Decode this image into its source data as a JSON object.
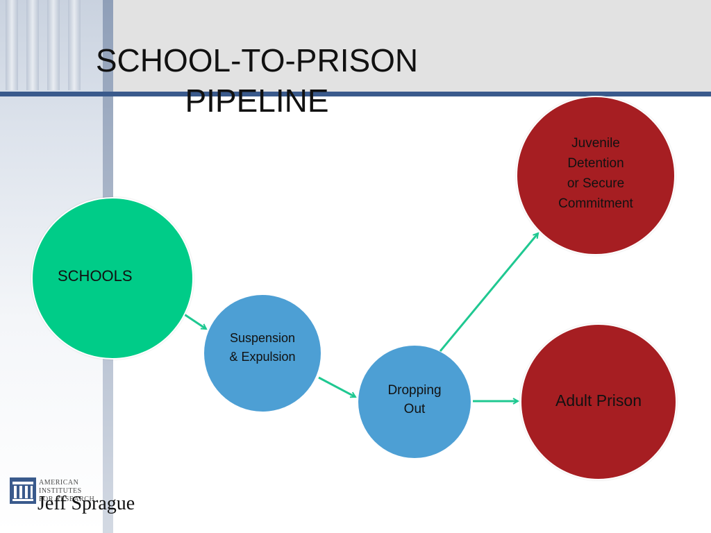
{
  "title": {
    "line1": "SCHOOL-TO-PRISON",
    "line2": "PIPELINE"
  },
  "nodes": {
    "schools": {
      "label": "SCHOOLS",
      "color": "#00cc88"
    },
    "suspension": {
      "line1": "Suspension",
      "line2": "& Expulsion",
      "color": "#4d9fd4"
    },
    "dropout": {
      "line1": "Dropping",
      "line2": "Out",
      "color": "#4d9fd4"
    },
    "juvenile": {
      "line1": "Juvenile",
      "line2": "Detention",
      "line3": "or Secure",
      "line4": "Commitment",
      "color": "#a61e22"
    },
    "adult": {
      "label": "Adult Prison",
      "color": "#a61e22"
    }
  },
  "edges": [
    {
      "from": "schools",
      "to": "suspension"
    },
    {
      "from": "suspension",
      "to": "dropout"
    },
    {
      "from": "dropout",
      "to": "juvenile"
    },
    {
      "from": "dropout",
      "to": "adult"
    }
  ],
  "arrow_color": "#1fc891",
  "footer": {
    "logo_line1": "AMERICAN",
    "logo_line2": "INSTITUTES",
    "logo_line3": "FOR RESEARCH",
    "author": "Jeff Sprague"
  },
  "colors": {
    "header_band": "#e2e2e2",
    "header_rule": "#3a5a8c"
  }
}
